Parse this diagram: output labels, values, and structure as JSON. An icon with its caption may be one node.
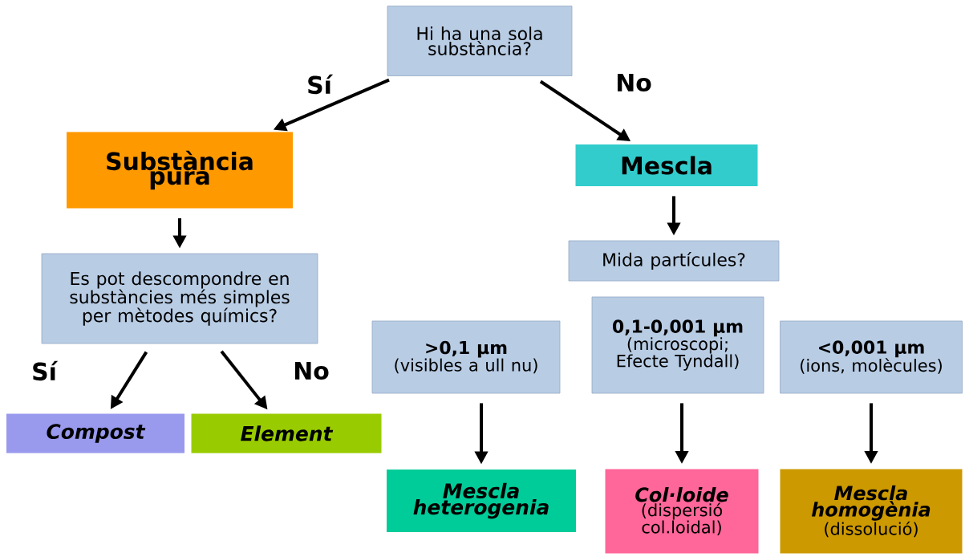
{
  "diagram": {
    "nodes": [
      {
        "text": [
          "Hi ha una sola substància?"
        ]
      },
      {
        "text": [
          "Substància pura"
        ]
      },
      {
        "text": [
          "Mescla"
        ]
      },
      {
        "text": [
          "Es pot descompondre en substàncies més simples per mètodes químics?"
        ]
      },
      {
        "text": [
          "Mida partícules?"
        ]
      },
      {
        "text": [
          ">0,1 µm",
          "(visibles a ull nu)"
        ]
      },
      {
        "text": [
          "0,1-0,001 µm",
          "(microscopi; Efecte Tyndall)"
        ]
      },
      {
        "text": [
          "<0,001 µm",
          "(ions, molècules)"
        ]
      },
      {
        "text": [
          "Compost"
        ]
      },
      {
        "text": [
          "Element"
        ]
      },
      {
        "text": [
          "Mescla heterogenia"
        ]
      },
      {
        "text": [
          "Col·loide",
          "(dispersió col.loidal)"
        ]
      },
      {
        "text": [
          "Mescla homogènia",
          "(dissolució)"
        ]
      }
    ],
    "edges": [
      {
        "from": 0,
        "to": 1,
        "arrow": "to",
        "label": "Sí"
      },
      {
        "from": 0,
        "to": 2,
        "arrow": "to",
        "label": "No"
      },
      {
        "from": 1,
        "to": 3,
        "arrow": "to"
      },
      {
        "from": 2,
        "to": 4,
        "arrow": "to"
      },
      {
        "from": 3,
        "to": 8,
        "arrow": "to",
        "label": "Sí"
      },
      {
        "from": 3,
        "to": 9,
        "arrow": "to",
        "label": "No"
      },
      {
        "from": 5,
        "to": 10,
        "arrow": "to"
      },
      {
        "from": 6,
        "to": 11,
        "arrow": "to"
      },
      {
        "from": 7,
        "to": 12,
        "arrow": "to"
      }
    ]
  }
}
